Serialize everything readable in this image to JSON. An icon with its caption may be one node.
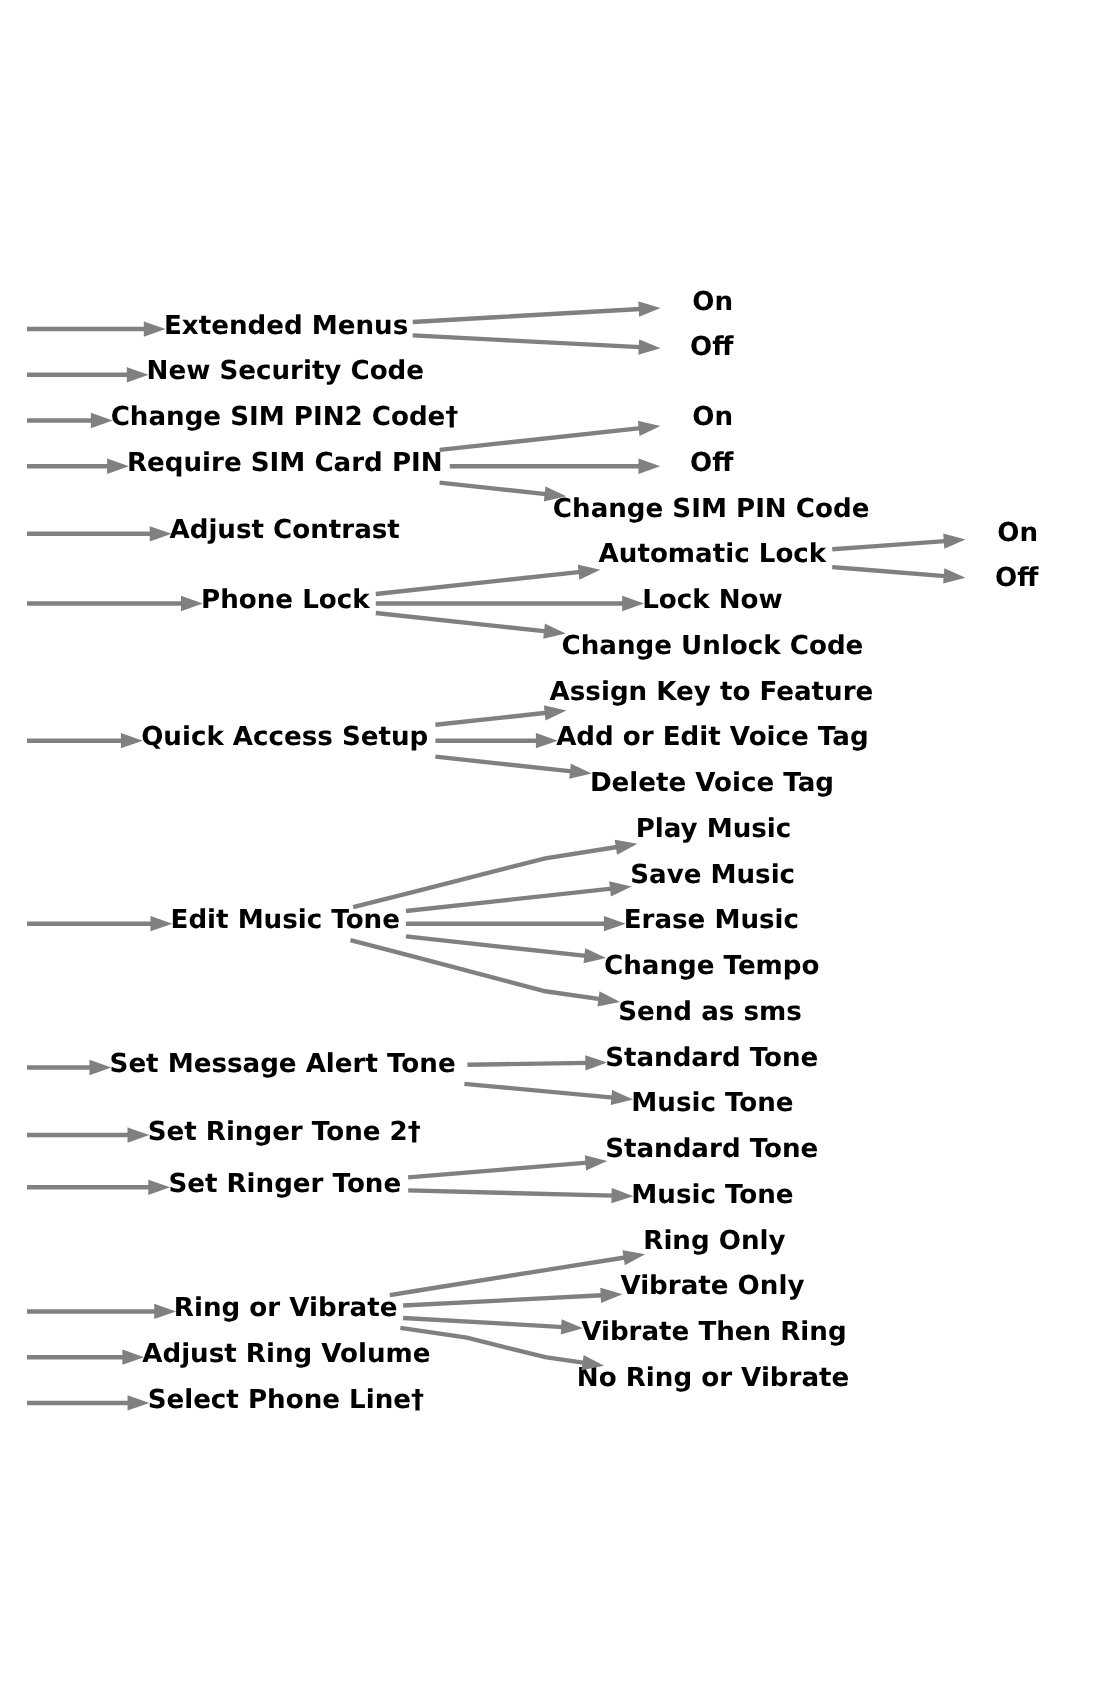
{
  "diagram": {
    "nodes": [
      {
        "text": [
          "Select Phone Line†"
        ]
      },
      {
        "text": [
          "Adjust Ring Volume"
        ]
      },
      {
        "text": [
          "Ring or Vibrate"
        ]
      },
      {
        "text": [
          "Set Ringer Tone"
        ]
      },
      {
        "text": [
          "Set Ringer Tone 2†"
        ]
      },
      {
        "text": [
          "Set Message Alert Tone"
        ]
      },
      {
        "text": [
          "Edit Music Tone"
        ]
      },
      {
        "text": [
          "Quick Access Setup"
        ]
      },
      {
        "text": [
          "Phone Lock"
        ]
      },
      {
        "text": [
          "Adjust Contrast"
        ]
      },
      {
        "text": [
          "Require SIM Card PIN"
        ]
      },
      {
        "text": [
          "Change SIM PIN2 Code†"
        ]
      },
      {
        "text": [
          "New Security Code"
        ]
      },
      {
        "text": [
          "Extended Menus"
        ]
      },
      {
        "text": [
          "Ring Only"
        ]
      },
      {
        "text": [
          "Vibrate Only"
        ]
      },
      {
        "text": [
          "Vibrate Then Ring"
        ]
      },
      {
        "text": [
          "No Ring or Vibrate"
        ]
      },
      {
        "text": [
          "Standard Tone"
        ]
      },
      {
        "text": [
          "Music Tone"
        ]
      },
      {
        "text": [
          "Standard Tone"
        ]
      },
      {
        "text": [
          "Music Tone"
        ]
      },
      {
        "text": [
          "Play Music"
        ]
      },
      {
        "text": [
          "Save Music"
        ]
      },
      {
        "text": [
          "Erase Music"
        ]
      },
      {
        "text": [
          "Change Tempo"
        ]
      },
      {
        "text": [
          "Send as sms"
        ]
      },
      {
        "text": [
          "Assign Key to Feature"
        ]
      },
      {
        "text": [
          "Add or Edit Voice Tag"
        ]
      },
      {
        "text": [
          "Delete Voice Tag"
        ]
      },
      {
        "text": [
          "Automatic Lock"
        ]
      },
      {
        "text": [
          "Lock Now"
        ]
      },
      {
        "text": [
          "Change Unlock Code"
        ]
      },
      {
        "text": [
          "On"
        ]
      },
      {
        "text": [
          "Off"
        ]
      },
      {
        "text": [
          "On"
        ]
      },
      {
        "text": [
          "Off"
        ]
      },
      {
        "text": [
          "Change SIM PIN Code"
        ]
      },
      {
        "text": [
          "On"
        ]
      },
      {
        "text": [
          "Off"
        ]
      }
    ],
    "edges": [
      {
        "from": null,
        "to": 0,
        "arrow": "to"
      },
      {
        "from": null,
        "to": 1,
        "arrow": "to"
      },
      {
        "from": null,
        "to": 2,
        "arrow": "to"
      },
      {
        "from": null,
        "to": 3,
        "arrow": "to"
      },
      {
        "from": null,
        "to": 4,
        "arrow": "to"
      },
      {
        "from": null,
        "to": 5,
        "arrow": "to"
      },
      {
        "from": null,
        "to": 6,
        "arrow": "to"
      },
      {
        "from": null,
        "to": 7,
        "arrow": "to"
      },
      {
        "from": null,
        "to": 8,
        "arrow": "to"
      },
      {
        "from": null,
        "to": 9,
        "arrow": "to"
      },
      {
        "from": null,
        "to": 10,
        "arrow": "to"
      },
      {
        "from": null,
        "to": 11,
        "arrow": "to"
      },
      {
        "from": null,
        "to": 12,
        "arrow": "to"
      },
      {
        "from": null,
        "to": 13,
        "arrow": "to"
      },
      {
        "from": 2,
        "to": 14,
        "arrow": "to"
      },
      {
        "from": 2,
        "to": 15,
        "arrow": "to"
      },
      {
        "from": 2,
        "to": 16,
        "arrow": "to"
      },
      {
        "from": 2,
        "to": 17,
        "arrow": "to"
      },
      {
        "from": 3,
        "to": 18,
        "arrow": "to"
      },
      {
        "from": 3,
        "to": 19,
        "arrow": "to"
      },
      {
        "from": 5,
        "to": 20,
        "arrow": "to"
      },
      {
        "from": 5,
        "to": 21,
        "arrow": "to"
      },
      {
        "from": 6,
        "to": 22,
        "arrow": "to"
      },
      {
        "from": 6,
        "to": 23,
        "arrow": "to"
      },
      {
        "from": 6,
        "to": 24,
        "arrow": "to"
      },
      {
        "from": 6,
        "to": 25,
        "arrow": "to"
      },
      {
        "from": 6,
        "to": 26,
        "arrow": "to"
      },
      {
        "from": 7,
        "to": 27,
        "arrow": "to"
      },
      {
        "from": 7,
        "to": 28,
        "arrow": "to"
      },
      {
        "from": 7,
        "to": 29,
        "arrow": "to"
      },
      {
        "from": 8,
        "to": 30,
        "arrow": "to"
      },
      {
        "from": 8,
        "to": 31,
        "arrow": "to"
      },
      {
        "from": 8,
        "to": 32,
        "arrow": "to"
      },
      {
        "from": 30,
        "to": 33,
        "arrow": "to"
      },
      {
        "from": 30,
        "to": 34,
        "arrow": "to"
      },
      {
        "from": 10,
        "to": 35,
        "arrow": "to"
      },
      {
        "from": 10,
        "to": 36,
        "arrow": "to"
      },
      {
        "from": 10,
        "to": 37,
        "arrow": "to"
      },
      {
        "from": 13,
        "to": 38,
        "arrow": "to"
      },
      {
        "from": 13,
        "to": 39,
        "arrow": "to"
      }
    ]
  }
}
